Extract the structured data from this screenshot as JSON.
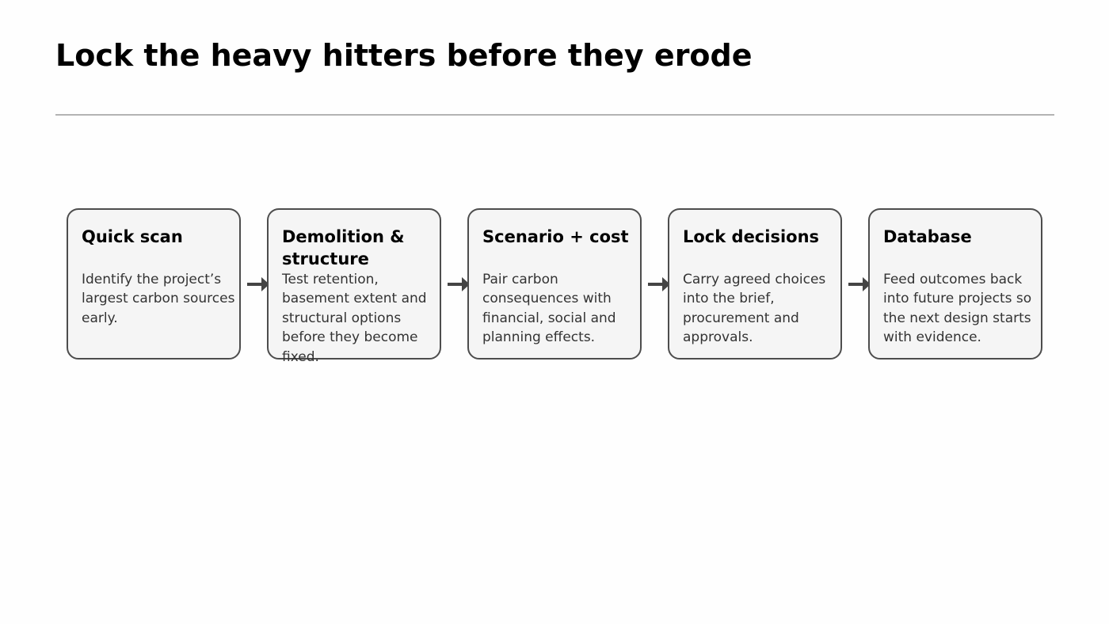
{
  "slide": {
    "title": "Lock the heavy hitters before they erode"
  },
  "steps": [
    {
      "title": "Quick scan",
      "text": "Identify the project’s largest carbon sources early."
    },
    {
      "title": "Demolition & structure",
      "text": "Test retention, basement extent and structural options before they become fixed."
    },
    {
      "title": "Scenario + cost",
      "text": "Pair carbon consequences with financial, social and planning effects."
    },
    {
      "title": "Lock decisions",
      "text": "Carry agreed choices into the brief, procurement and approvals."
    },
    {
      "title": "Database",
      "text": "Feed outcomes back into future projects so the next design starts with evidence."
    }
  ],
  "colors": {
    "card_fill": "#f5f5f5",
    "card_border": "#4d4d4d",
    "arrow": "#444444",
    "rule": "#b3b3b3"
  },
  "icons": {
    "connector": "right-arrow-icon"
  }
}
